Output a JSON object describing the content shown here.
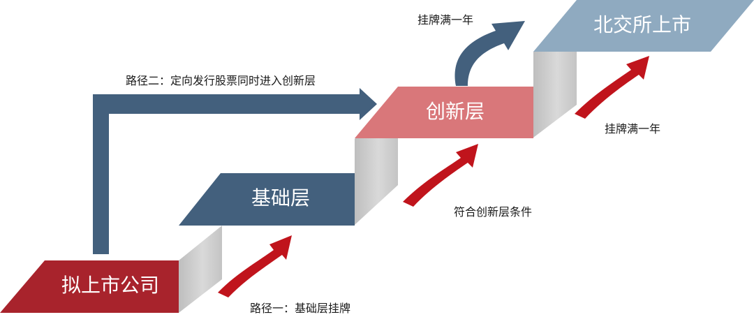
{
  "steps": {
    "pre_listed": "拟上市公司",
    "basic": "基础层",
    "innovation": "创新层",
    "bse": "北交所上市"
  },
  "notes": {
    "path_one": "路径一：基础层挂牌",
    "path_two": "路径二：定向发行股票同时进入创新层",
    "innovation_condition": "符合创新层条件",
    "one_year_top": "挂牌满一年",
    "one_year_right": "挂牌满一年"
  },
  "colors": {
    "step_red": "#A8232C",
    "step_navy": "#43607D",
    "step_pink": "#D9777A",
    "step_lightblue": "#8FAAC0",
    "riser_gray": "#C9C9C9",
    "arrow_red": "#C0141C",
    "arrow_navy": "#43607D"
  },
  "icons": {
    "arrow_red_1": "curved-up-arrow",
    "arrow_red_2": "curved-up-arrow",
    "arrow_red_3": "curved-up-arrow",
    "arrow_navy": "curved-up-arrow",
    "path_two_arrow": "elbow-arrow"
  }
}
